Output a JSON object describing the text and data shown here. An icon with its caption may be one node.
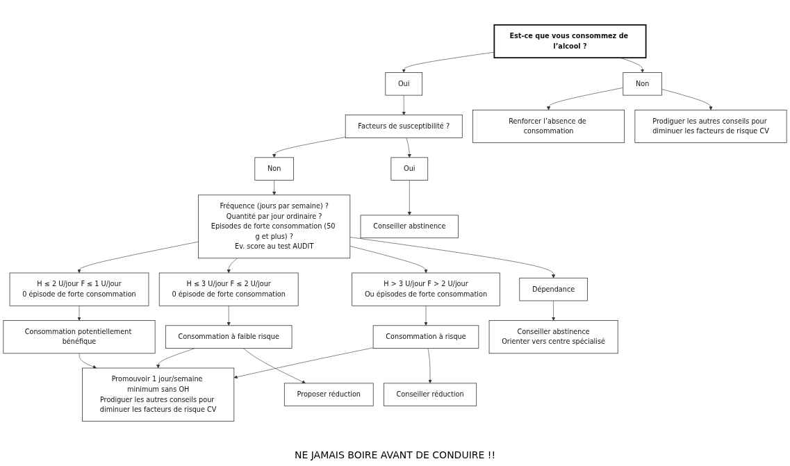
{
  "diagram": {
    "nodes": [
      {
        "text": [
          "Est-ce que vous consommez de l’alcool ?"
        ]
      },
      {
        "text": [
          "Oui"
        ]
      },
      {
        "text": [
          "Non"
        ]
      },
      {
        "text": [
          "Renforcer l’absence de consommation"
        ]
      },
      {
        "text": [
          "Facteurs de susceptibilité ?"
        ]
      },
      {
        "text": [
          "Prodiguer les autres conseils pour diminuer les facteurs de risque CV"
        ]
      },
      {
        "text": [
          "Non"
        ]
      },
      {
        "text": [
          "Oui"
        ]
      },
      {
        "text": [
          "Conseiller abstinence"
        ]
      },
      {
        "text": [
          "Fréquence (jours par semaine) ?",
          "Quantité par jour ordinaire ?",
          "Episodes de forte consommation (50 g et plus) ?",
          "Ev. score au test AUDIT"
        ]
      },
      {
        "text": [
          "H ≤ 2 U/jour F ≤ 1 U/jour",
          "0 épisode de forte consommation"
        ]
      },
      {
        "text": [
          "Consommation potentiellement bénéfique"
        ]
      },
      {
        "text": [
          "H ≤ 3 U/jour F ≤ 2 U/jour",
          "0 épisode de forte consommation"
        ]
      },
      {
        "text": [
          "H > 3 U/jour F > 2 U/jour",
          "Ou épisodes de forte consommation"
        ]
      },
      {
        "text": [
          "Consommation à faible risque"
        ]
      },
      {
        "text": [
          "Promouvoir 1 jour/semaine minimum sans OH",
          "Prodiguer les autres conseils pour diminuer les facteurs de risque CV"
        ]
      },
      {
        "text": [
          "Proposer réduction"
        ]
      },
      {
        "text": [
          "Dépendance"
        ]
      },
      {
        "text": [
          "Conseiller abstinence",
          "Orienter vers centre spécialisé"
        ]
      },
      {
        "text": [
          "Consommation à risque"
        ]
      },
      {
        "text": [
          "Conseiller réduction"
        ]
      }
    ],
    "edges": [
      {
        "from": 0,
        "to": 1,
        "arrow": "to"
      },
      {
        "from": 0,
        "to": 2,
        "arrow": "to"
      },
      {
        "from": 1,
        "to": 4,
        "arrow": "to"
      },
      {
        "from": 2,
        "to": 3,
        "arrow": "to"
      },
      {
        "from": 2,
        "to": 5,
        "arrow": "to"
      },
      {
        "from": 4,
        "to": 6,
        "arrow": "to"
      },
      {
        "from": 4,
        "to": 7,
        "arrow": "to"
      },
      {
        "from": 7,
        "to": 8,
        "arrow": "to"
      },
      {
        "from": 6,
        "to": 9,
        "arrow": "to"
      },
      {
        "from": 9,
        "to": 10,
        "arrow": "to"
      },
      {
        "from": 9,
        "to": 12,
        "arrow": "to"
      },
      {
        "from": 9,
        "to": 13,
        "arrow": "to"
      },
      {
        "from": 9,
        "to": 17,
        "arrow": "to"
      },
      {
        "from": 10,
        "to": 11,
        "arrow": "to"
      },
      {
        "from": 11,
        "to": 15,
        "arrow": "to"
      },
      {
        "from": 12,
        "to": 14,
        "arrow": "to"
      },
      {
        "from": 14,
        "to": 15,
        "arrow": "to"
      },
      {
        "from": 14,
        "to": 16,
        "arrow": "to"
      },
      {
        "from": 13,
        "to": 19,
        "arrow": "to"
      },
      {
        "from": 17,
        "to": 18,
        "arrow": "to"
      },
      {
        "from": 19,
        "to": 15,
        "arrow": "to"
      },
      {
        "from": 19,
        "to": 20,
        "arrow": "to"
      }
    ],
    "labels": [
      "NE JAMAIS BOIRE AVANT DE CONDUIRE !!"
    ]
  }
}
